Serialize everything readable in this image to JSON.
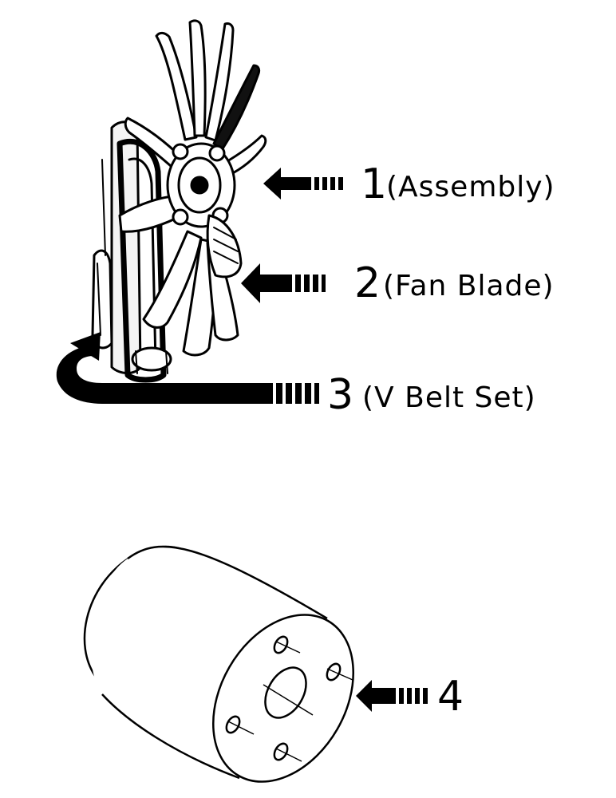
{
  "callouts": [
    {
      "number": "1",
      "text": "(Assembly)"
    },
    {
      "number": "2",
      "text": "(Fan Blade)"
    },
    {
      "number": "3",
      "text": "(V Belt Set)"
    },
    {
      "number": "4",
      "text": ""
    }
  ],
  "colors": {
    "ink": "#000000",
    "paper": "#ffffff",
    "shade": "#e6e6e6"
  }
}
